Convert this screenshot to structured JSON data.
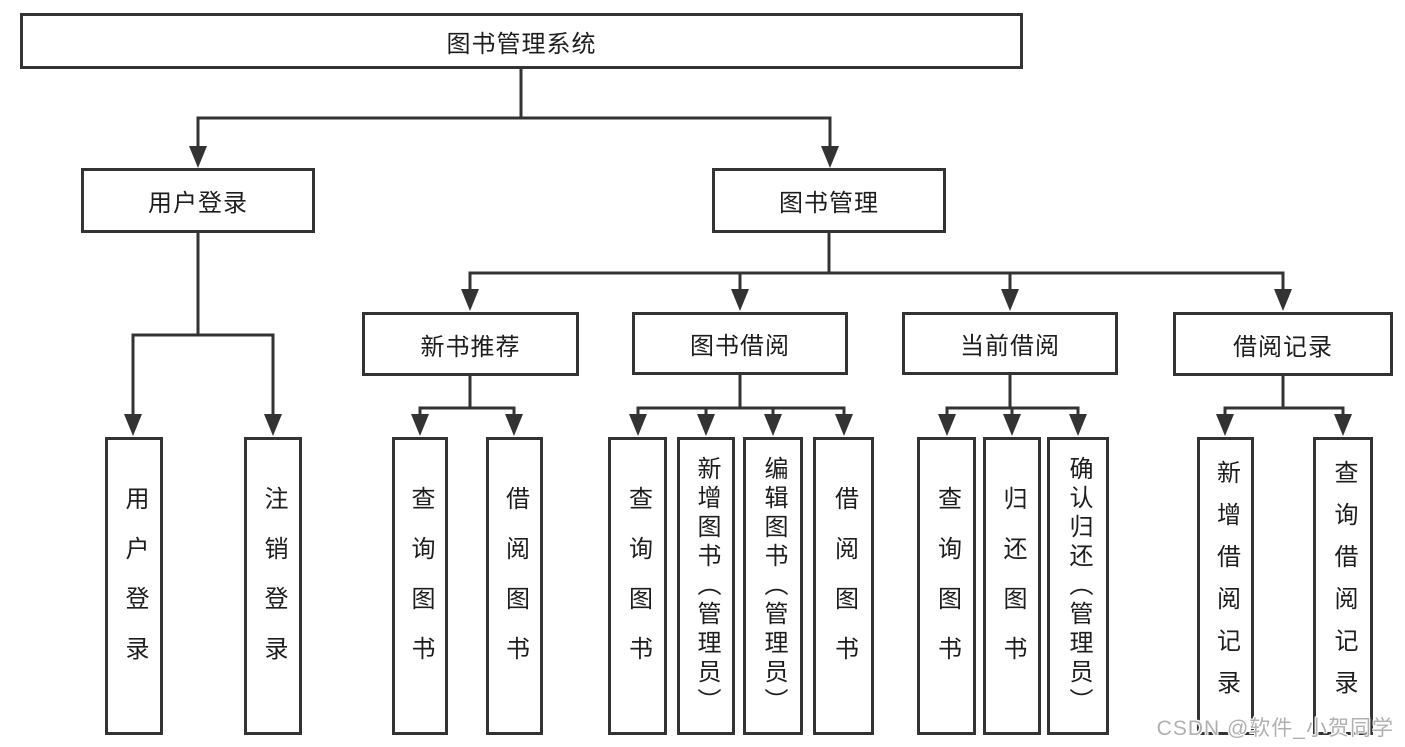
{
  "diagram": {
    "title": "图书管理系统",
    "branches": {
      "user_login": {
        "label": "用户登录",
        "children": {
          "login": "用户登录",
          "logout": "注销登录"
        }
      },
      "book_management": {
        "label": "图书管理",
        "groups": {
          "new_book": {
            "label": "新书推荐",
            "children": {
              "query": "查询图书",
              "borrow": "借阅图书"
            }
          },
          "book_borrow": {
            "label": "图书借阅",
            "children": {
              "query": "查询图书",
              "add": "新增图书（管理员）",
              "edit": "编辑图书（管理员）",
              "borrow": "借阅图书"
            }
          },
          "current_borrow": {
            "label": "当前借阅",
            "children": {
              "query": "查询图书",
              "return": "归还图书",
              "confirm": "确认归还（管理员）"
            }
          },
          "borrow_records": {
            "label": "借阅记录",
            "children": {
              "add": "新增借阅记录",
              "query": "查询借阅记录"
            }
          }
        }
      }
    }
  },
  "watermark": "CSDN @软件_小贺同学",
  "colors": {
    "line": "#333333",
    "text": "#1d1d1f",
    "background": "#ffffff",
    "watermark": "#b0b0b0"
  }
}
